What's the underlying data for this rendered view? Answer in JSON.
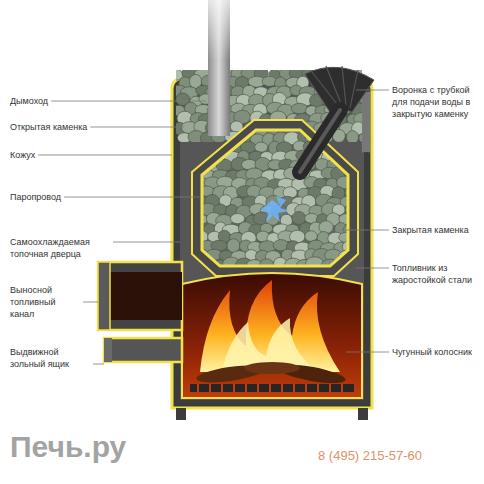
{
  "diagram": {
    "labels": [
      "Дымоход",
      "Открытая каменка",
      "Кожух",
      "Паропровод",
      "Самоохлаждаемая топочная дверца",
      "Выносной топливный канал",
      "Выдвижной зольный ящик",
      "Воронка с трубкой для подачи воды в закрытую каменку",
      "Закрытая каменка",
      "Топливник из жаростойкой стали",
      "Чугунный колосник",
      "Печь.ру",
      "8 (495) 215-57-60"
    ]
  }
}
